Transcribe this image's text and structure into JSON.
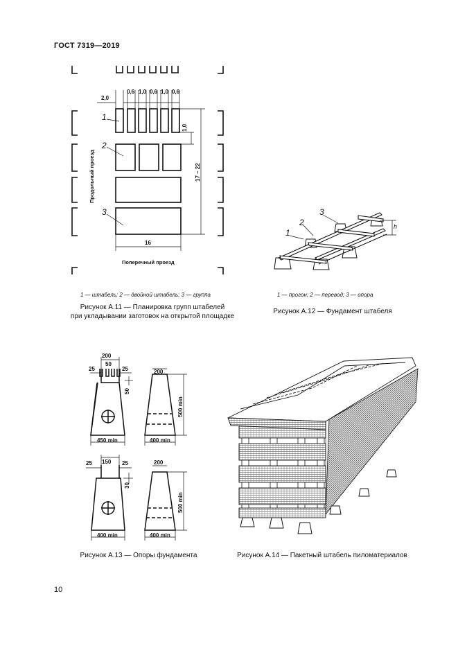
{
  "header": {
    "standard": "ГОСТ 7319—2019"
  },
  "fig11": {
    "dims": {
      "d1": "2,0",
      "d2": "0,6",
      "d3": "1,0",
      "d4": "0,6",
      "d5": "1,0",
      "d6": "0,6",
      "v1": "1,0",
      "v2": "17 – 22",
      "h1": "16"
    },
    "labels": {
      "road_long": "Продольный проезд",
      "road_cross": "Поперечный проезд",
      "n1": "1",
      "n2": "2",
      "n3": "3"
    },
    "legend": "1 — штабель; 2 — двойной штабель; 3 — группа",
    "caption_line1": "Рисунок А.11 — Планировка групп штабелей",
    "caption_line2": "при укладывании заготовок на открытой площадке"
  },
  "fig12": {
    "labels": {
      "n1": "1",
      "n2": "2",
      "n3": "3",
      "h": "h"
    },
    "legend": "1 — прогон; 2 — перевод; 3 — опора",
    "caption": "Рисунок А.12 — Фундамент штабеля"
  },
  "fig13": {
    "top": {
      "w_top": "200",
      "s1": "25",
      "s2": "25",
      "notch": "50",
      "notch_h": "50",
      "h": "500 min",
      "w_bot1": "450 min",
      "w_top2": "200",
      "w_bot2": "400 min"
    },
    "bottom": {
      "w_top": "150",
      "s1": "25",
      "s2": "25",
      "notch_h": "30",
      "h": "500 min",
      "w_bot1": "400 min",
      "w_top2": "200",
      "w_bot2": "400 min"
    },
    "caption": "Рисунок А.13 — Опоры фундамента"
  },
  "fig14": {
    "caption": "Рисунок А.14 — Пакетный штабель пиломатериалов"
  },
  "page_number": "10"
}
